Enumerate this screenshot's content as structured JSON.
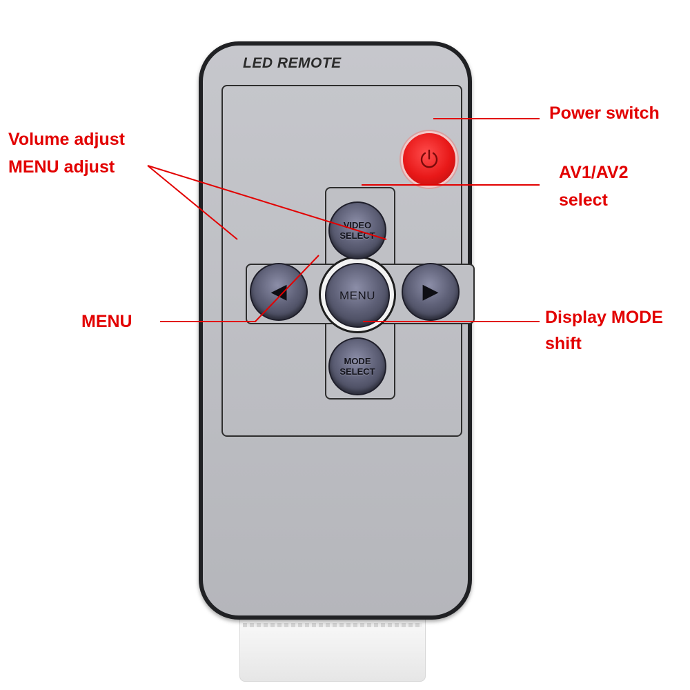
{
  "remote": {
    "brand": "LED REMOTE",
    "buttons": {
      "power_icon": "power-icon",
      "video_select": "VIDEO\nSELECT",
      "menu": "MENU",
      "mode_select": "MODE\nSELECT",
      "left_icon": "left-triangle-icon",
      "right_icon": "right-triangle-icon"
    }
  },
  "annotations": {
    "power": "Power switch",
    "volume_line1": "Volume adjust",
    "volume_line2": "MENU adjust",
    "av_line1": "AV1/AV2",
    "av_line2": "select",
    "menu": "MENU",
    "display_line1": "Display MODE",
    "display_line2": "shift"
  },
  "colors": {
    "annotation": "#e20000",
    "remote_body": "#202124",
    "remote_face": "#c2c3c8",
    "power_button": "#e81818",
    "button": "#5f6178"
  }
}
